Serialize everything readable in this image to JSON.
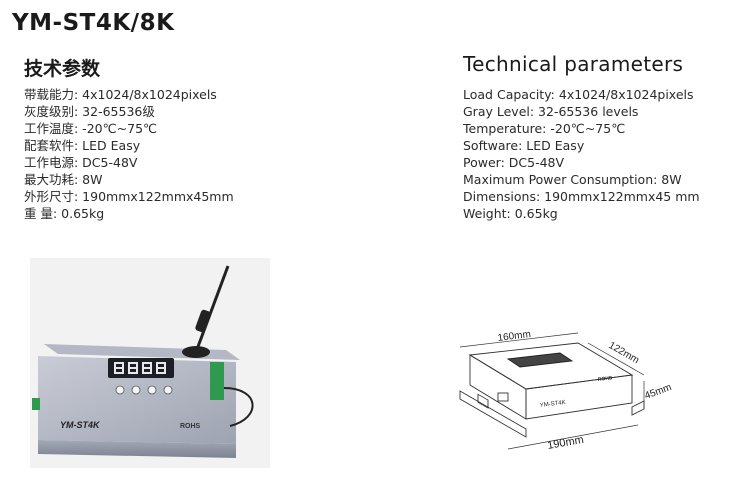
{
  "header": {
    "title": "YM-ST4K/8K"
  },
  "section_cn": {
    "heading": "技术参数",
    "items": [
      "带载能力: 4x1024/8x1024pixels",
      "灰度级别: 32-65536级",
      "工作温度: -20℃~75℃",
      "配套软件: LED Easy",
      "工作电源: DC5-48V",
      "最大功耗: 8W",
      "外形尺寸: 190mmx122mmx45mm",
      "重 量: 0.65kg"
    ]
  },
  "section_en": {
    "heading": "Technical parameters",
    "items": [
      "Load Capacity: 4x1024/8x1024pixels",
      "Gray Level: 32-65536 levels",
      "Temperature: -20℃~75℃",
      "Software: LED Easy",
      "Power: DC5-48V",
      "Maximum Power Consumption: 8W",
      "Dimensions: 190mmx122mmx45 mm",
      "Weight: 0.65kg"
    ]
  },
  "product_photo": {
    "model_label": "YM-ST4K",
    "brand_label": "ROHS"
  },
  "dimension_drawing": {
    "width_label": "160mm",
    "depth_label": "122mm",
    "height_label": "45mm",
    "length_label": "190mm",
    "model_label": "YM-ST4K",
    "brand_label": "ROHS"
  }
}
